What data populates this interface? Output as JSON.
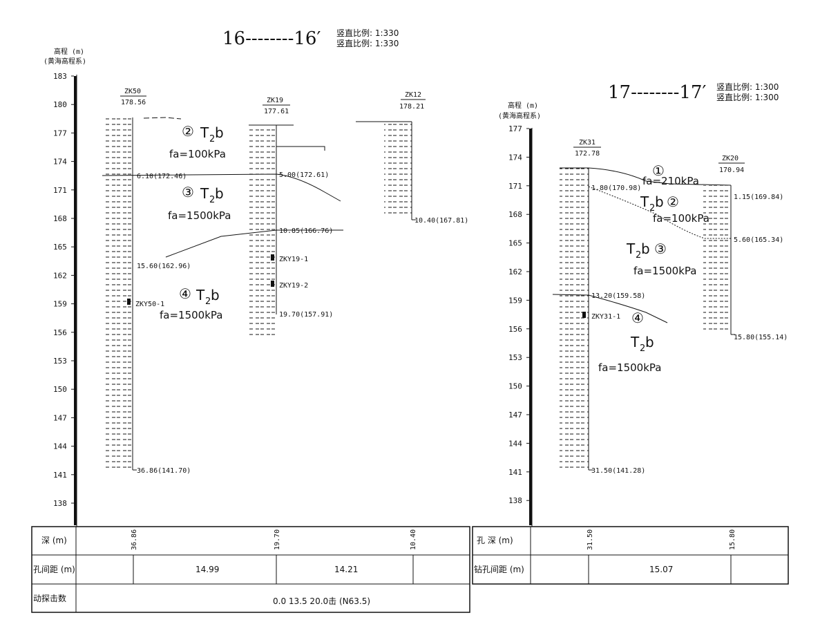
{
  "left": {
    "title": "16--------16′",
    "scale_lines": [
      "竖直比例: 1:330",
      "竖直比例: 1:330"
    ],
    "axis_title": "高程 (m)",
    "axis_subtitle": "(黄海高程系)",
    "ticks": [
      "183",
      "180",
      "177",
      "174",
      "171",
      "168",
      "165",
      "162",
      "159",
      "156",
      "153",
      "150",
      "147",
      "144",
      "141",
      "138"
    ],
    "boreholes": [
      {
        "id": "ZK50",
        "elev": "178.56"
      },
      {
        "id": "ZK19",
        "elev": "177.61"
      },
      {
        "id": "ZK12",
        "elev": "178.21"
      }
    ],
    "annotations": {
      "zk50_a": "6.10(172.46)",
      "zk50_b": "15.60(162.96)",
      "zk50_end": "36.86(141.70)",
      "zk50_sample": "ZKY50-1",
      "zk19_a": "5.00(172.61)",
      "zk19_b": "10.85(166.76)",
      "zk19_end": "19.70(157.91)",
      "zk19_s1": "ZKY19-1",
      "zk19_s2": "ZKY19-2",
      "zk12_end": "10.40(167.81)"
    },
    "layers": {
      "l2_num": "②",
      "l2_name": "T",
      "l2_sub": "2",
      "l2_b": "b",
      "l2_fa": "fa=100kPa",
      "l3_num": "③",
      "l3_name": "T",
      "l3_sub": "2",
      "l3_b": "b",
      "l3_fa": "fa=1500kPa",
      "l4_num": "④",
      "l4_name": "T",
      "l4_sub": "2",
      "l4_b": "b",
      "l4_fa": "fa=1500kPa"
    },
    "table": {
      "row1_label": "深 (m)",
      "row2_label": "孔间距 (m)",
      "row3_label": "动探击数",
      "depths": [
        "36.86",
        "19.70",
        "10.40"
      ],
      "spacings": [
        "14.99",
        "14.21"
      ],
      "blows_legend": "0.0  13.5  20.0击 (N63.5)"
    }
  },
  "right": {
    "title": "17--------17′",
    "scale_lines": [
      "竖直比例: 1:300",
      "竖直比例: 1:300"
    ],
    "axis_title": "高程 (m)",
    "axis_subtitle": "(黄海高程系)",
    "ticks": [
      "177",
      "174",
      "171",
      "168",
      "165",
      "162",
      "159",
      "156",
      "153",
      "150",
      "147",
      "144",
      "141",
      "138"
    ],
    "boreholes": [
      {
        "id": "ZK31",
        "elev": "172.78"
      },
      {
        "id": "ZK20",
        "elev": "170.94"
      }
    ],
    "annotations": {
      "zk31_a": "1.80(170.98)",
      "zk31_b": "13.20(159.58)",
      "zk31_end": "31.50(141.28)",
      "zk31_sample": "ZKY31-1",
      "zk20_a": "1.15(169.84)",
      "zk20_b": "5.60(165.34)",
      "zk20_end": "15.80(155.14)"
    },
    "layers": {
      "l1_num": "①",
      "l1_fa": "fa=210kPa",
      "l2_name": "T",
      "l2_sub": "2",
      "l2_b": "b",
      "l2_num": "②",
      "l2_fa": "fa=100kPa",
      "l3_name": "T",
      "l3_sub": "2",
      "l3_b": "b",
      "l3_num": "③",
      "l3_fa": "fa=1500kPa",
      "l4_num": "④",
      "l4_name": "T",
      "l4_sub": "2",
      "l4_b": "b",
      "l4_fa": "fa=1500kPa"
    },
    "table": {
      "row1_label": "孔 深 (m)",
      "row2_label": "钻孔间距 (m)",
      "depths": [
        "31.50",
        "15.80"
      ],
      "spacings": [
        "15.07"
      ]
    }
  }
}
